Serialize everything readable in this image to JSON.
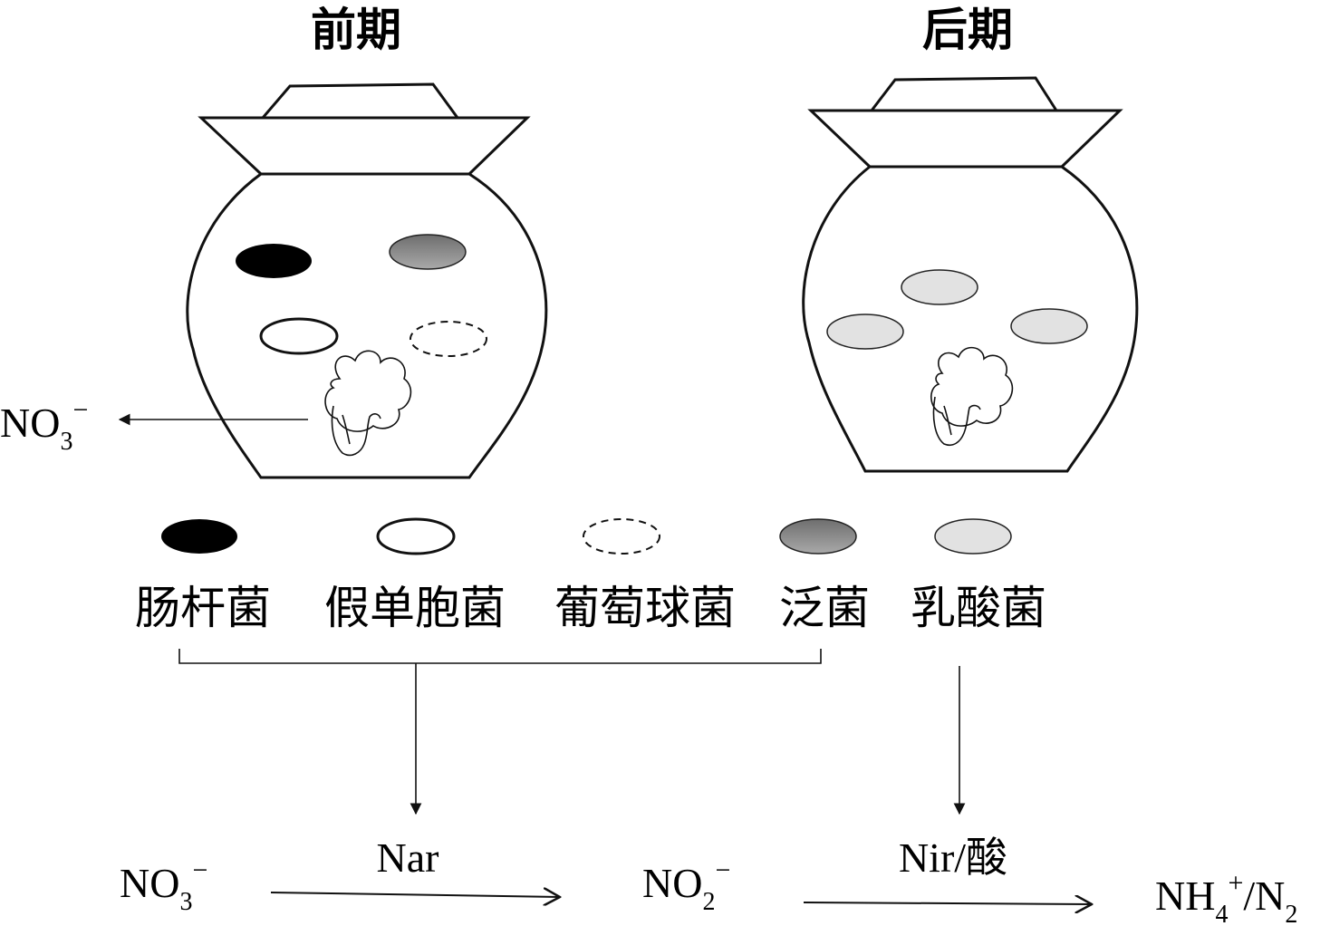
{
  "titles": {
    "early": "前期",
    "late": "后期"
  },
  "legend": [
    {
      "label": "肠杆菌",
      "style": "solid-black"
    },
    {
      "label": "假单胞菌",
      "style": "white"
    },
    {
      "label": "葡萄球菌",
      "style": "dashed"
    },
    {
      "label": "泛菌",
      "style": "dark-gray"
    },
    {
      "label": "乳酸菌",
      "style": "light-gray"
    }
  ],
  "left_output": {
    "base": "NO",
    "sub": "3",
    "sup": "−"
  },
  "pathway": {
    "nitrate": {
      "base": "NO",
      "sub": "3",
      "sup": "−"
    },
    "nitrite": {
      "base": "NO",
      "sub": "2",
      "sup": "−"
    },
    "products": {
      "base1": "NH",
      "sub1": "4",
      "sup1": "+",
      "mid": "/N",
      "sub2": "2"
    },
    "enzyme1": "Nar",
    "enzyme2": "Nir/酸"
  },
  "colors": {
    "black": "#000000",
    "dark_gray": "#8a8a8a",
    "light_gray": "#e2e2e2",
    "line": "#111111"
  }
}
